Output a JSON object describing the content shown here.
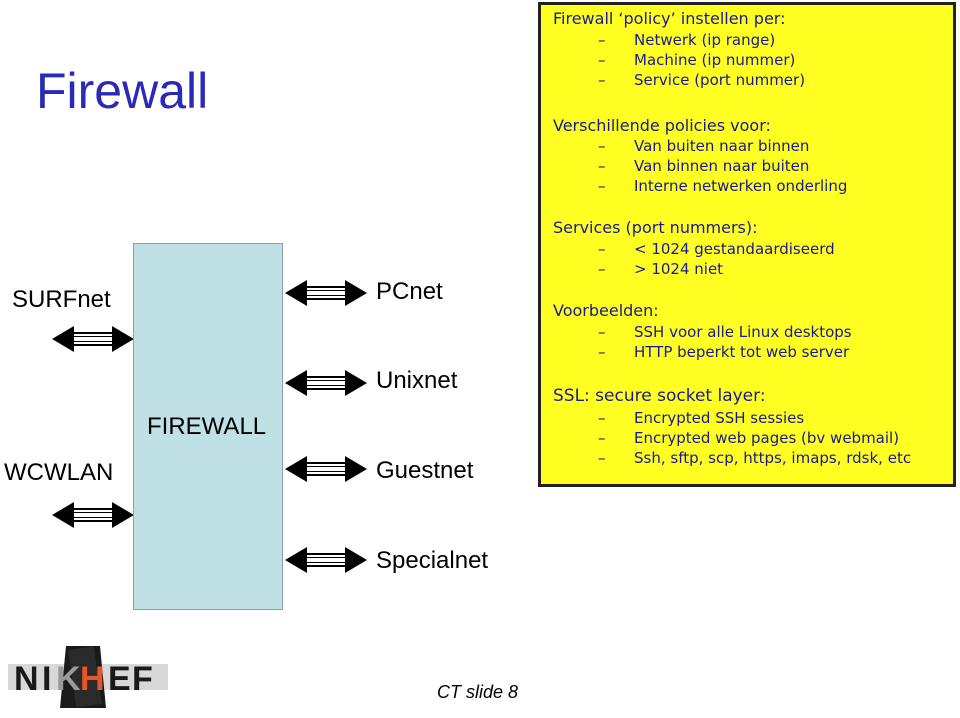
{
  "slide": {
    "title": "Firewall",
    "footer": "CT slide 8"
  },
  "diagram": {
    "firewall_label": "FIREWALL",
    "left_networks": [
      "SURFnet",
      "WCWLAN"
    ],
    "right_networks": [
      "PCnet",
      "Unixnet",
      "Guestnet",
      "Specialnet"
    ]
  },
  "policy_box": {
    "section1": {
      "heading": "Firewall ‘policy’ instellen per:",
      "items": [
        "Netwerk (ip range)",
        "Machine (ip nummer)",
        "Service (port nummer)"
      ]
    },
    "section2": {
      "heading": "Verschillende policies voor:",
      "items": [
        "Van buiten naar binnen",
        "Van binnen naar buiten",
        "Interne netwerken onderling"
      ]
    },
    "section3": {
      "heading": "Services (port nummers):",
      "items": [
        "< 1024 gestandaardiseerd",
        "> 1024 niet"
      ]
    },
    "section4": {
      "heading": "Voorbeelden:",
      "items": [
        "SSH voor alle Linux desktops",
        "HTTP beperkt tot web server"
      ]
    },
    "section5": {
      "heading": "SSL: secure socket layer:",
      "items": [
        "Encrypted SSH sessies",
        "Encrypted web pages (bv webmail)",
        "Ssh, sftp, scp, https, imaps, rdsk, etc"
      ]
    },
    "dash": "–",
    "background": "#ffff22",
    "text_color": "#1a1a8c"
  },
  "logo": {
    "text": "NIKHEF",
    "letters": [
      "N",
      "I",
      "K",
      "H",
      "E",
      "F"
    ]
  }
}
